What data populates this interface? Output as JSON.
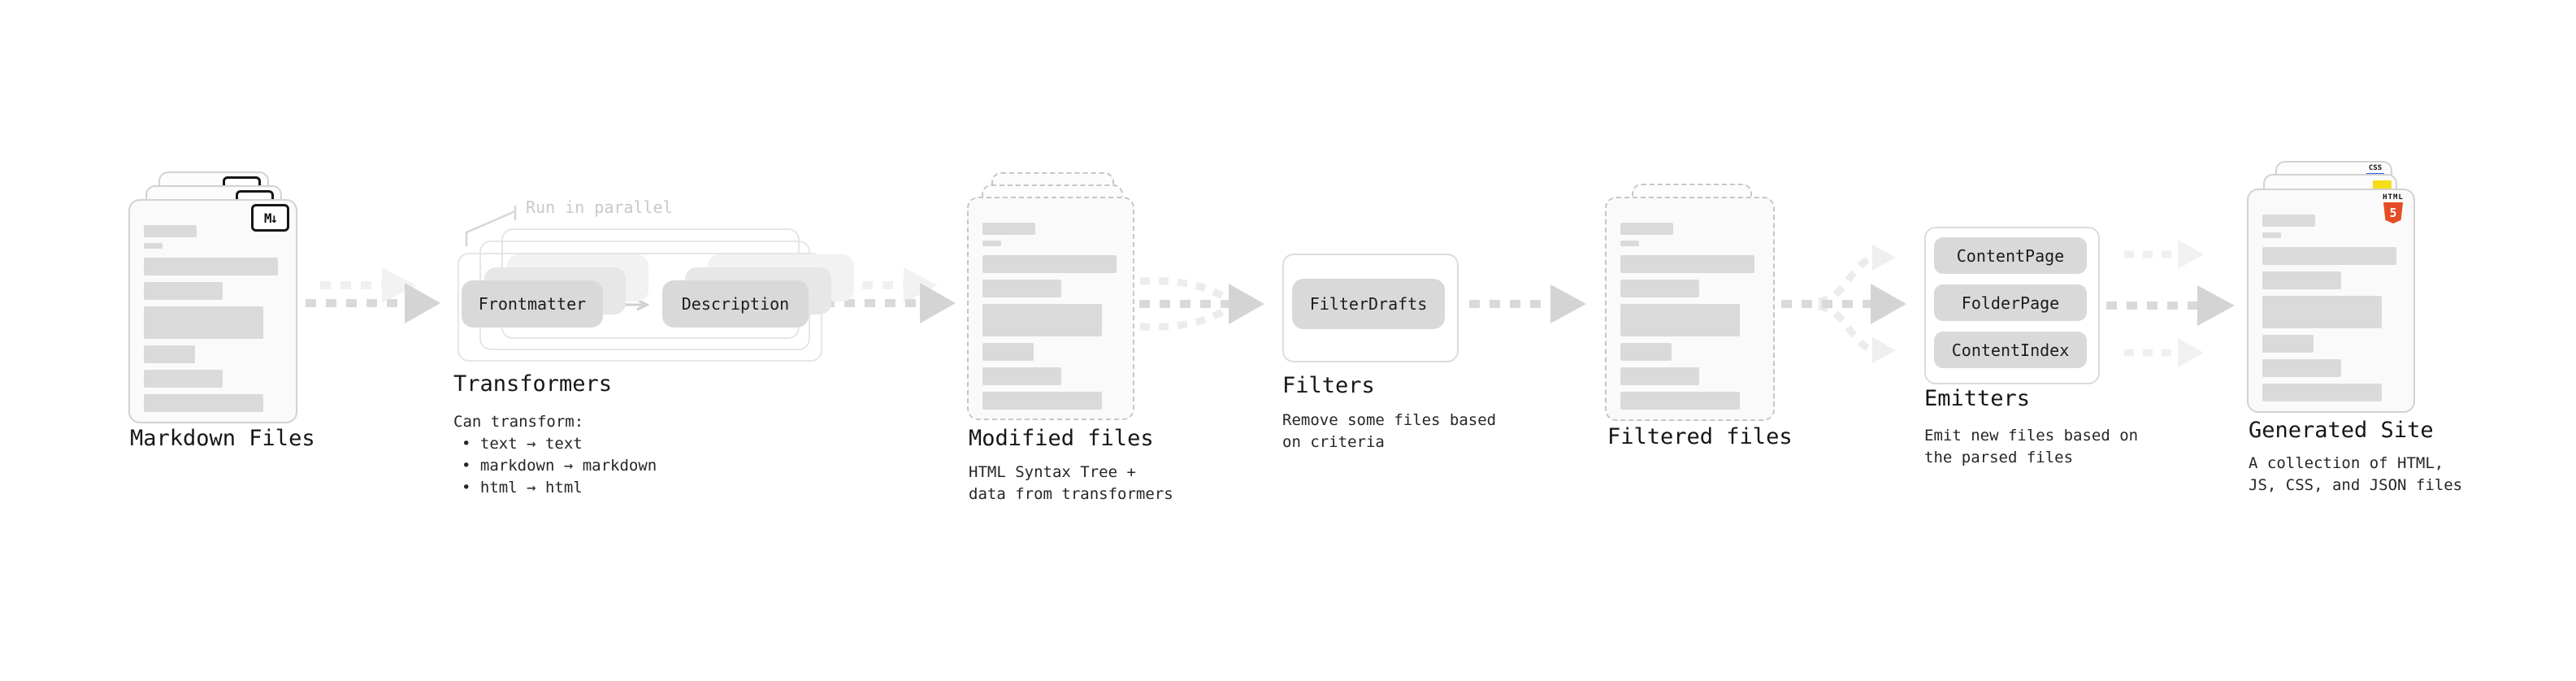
{
  "stages": {
    "markdown_files": {
      "label": "Markdown Files",
      "icon_text": "M↓"
    },
    "transformers": {
      "annotation": "Run in parallel",
      "step_a": "Frontmatter",
      "step_b": "Description",
      "title": "Transformers",
      "desc_heading": "Can transform:",
      "bullets": [
        "• text → text",
        "• markdown → markdown",
        "• html → html"
      ]
    },
    "modified_files": {
      "label": "Modified files",
      "desc": [
        "HTML Syntax Tree +",
        "data from transformers"
      ]
    },
    "filters": {
      "step": "FilterDrafts",
      "title": "Filters",
      "desc": [
        "Remove some files based",
        "on criteria"
      ]
    },
    "filtered_files": {
      "label": "Filtered files"
    },
    "emitters": {
      "steps": [
        "ContentPage",
        "FolderPage",
        "ContentIndex"
      ],
      "title": "Emitters",
      "desc": [
        "Emit new files based on",
        "the parsed files"
      ]
    },
    "generated_site": {
      "label": "Generated Site",
      "desc": [
        "A collection of HTML,",
        "JS, CSS, and JSON files"
      ],
      "css_badge": "CSS",
      "html_badge_label": "HTML",
      "html_badge_number": "5"
    }
  },
  "colors": {
    "html5_orange": "#e44d26",
    "js_yellow": "#f5de19",
    "css_blue": "#2965f1",
    "card_bg": "#fafafa",
    "card_border": "#d2d2d2",
    "bar_gray": "#dadada",
    "arrow_gray": "#d9d9d9",
    "arrow_ghost": "#f0f0f0",
    "annotation_gray": "#c9c9c9"
  }
}
